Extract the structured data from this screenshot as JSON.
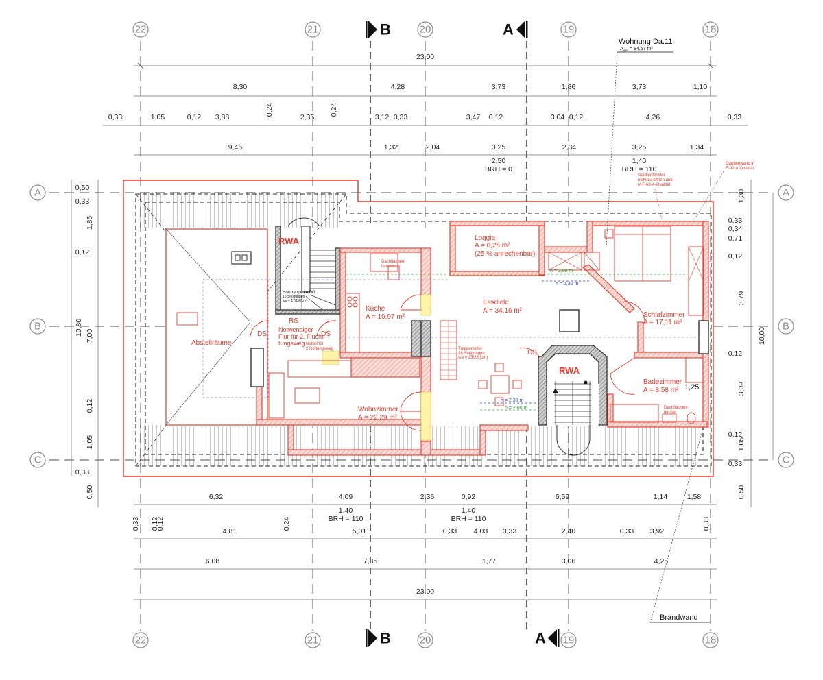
{
  "axes": {
    "columns": [
      "22",
      "21",
      "20",
      "19",
      "18"
    ],
    "rows": [
      "A",
      "B",
      "C"
    ],
    "sections": [
      "B",
      "A"
    ]
  },
  "dimensions": {
    "top_total": "23,00",
    "top_row1": [
      "8,30",
      "4,28",
      "3,73",
      "1,86",
      "3,73",
      "1,10"
    ],
    "top_row2": [
      "0,33",
      "1,05",
      "0,12",
      "3,88",
      "0,24",
      "2,35",
      "0,24",
      "3,12",
      "0,33",
      "3,47",
      "0,12",
      "3,04",
      "0,12",
      "4,26",
      "0,33"
    ],
    "top_row3": [
      "9,46",
      "1,32",
      "2,04",
      "3,25",
      "2,34",
      "3,25",
      "1,34"
    ],
    "window_top_1": "2,50",
    "window_top_1_brh": "BRH = 0",
    "window_top_2": "1,40",
    "window_top_2_brh": "BRH = 110",
    "left_total": "10,80",
    "left_row": [
      "0,50",
      "0,33",
      "1,85",
      "0,12",
      "7,00",
      "0,12",
      "1,05",
      "0,33",
      "0,50"
    ],
    "right_total": "10,00",
    "right_row": [
      "1,30",
      "0,33",
      "0,34",
      "0,71",
      "0,12",
      "3,79",
      "0,12",
      "3,09",
      "0,12",
      "1,05",
      "0,33",
      "0,50"
    ],
    "bottom_row1": [
      "6,32",
      "4,09",
      "2,36",
      "0,92",
      "6,59",
      "1,14",
      "1,58"
    ],
    "window_bottom_1": "1,40",
    "window_bottom_1_brh": "BRH = 110",
    "window_bottom_2": "1,40",
    "window_bottom_2_brh": "BRH = 110",
    "bottom_row2": [
      "0,33",
      "0,12",
      "0,12",
      "4,81",
      "0,24",
      "5,01",
      "0,33",
      "4,03",
      "0,33",
      "2,40",
      "0,33",
      "3,92",
      "0,33"
    ],
    "bottom_row3": [
      "6,08",
      "7,85",
      "1,77",
      "3,06",
      "4,25"
    ],
    "bottom_total": "23,00",
    "misc_125": "1,25"
  },
  "rooms": {
    "loggia": {
      "name": "Loggia",
      "area": "A = 6,25 m²",
      "note": "(25 % anrechenbar)"
    },
    "kueche": {
      "name": "Küche",
      "area": "A = 10,97 m²"
    },
    "essdiele": {
      "name": "Essdiele",
      "area": "A = 34,16 m²"
    },
    "schlafzimmer": {
      "name": "Schlafzimmer",
      "area": "A = 17,11 m²"
    },
    "wohnzimmer": {
      "name": "Wohnzimmer",
      "area": "A = 22,29 m²"
    },
    "badezimmer": {
      "name": "Badezimmer",
      "area": "A = 8,58 m²"
    },
    "abstellraeume": {
      "name": "Abstellräume"
    }
  },
  "labels": {
    "rwa_1": "RWA",
    "rwa_2": "RWA",
    "rs": "RS",
    "ds_1": "DS",
    "ds_2": "DS",
    "ds_3": "DS",
    "fluchtweg": [
      "Notwendiger",
      "Flur für 2. Flucht-",
      "tungsweg"
    ],
    "rettungsweg": [
      "Notfall für",
      "2.Rettungsweg"
    ],
    "holztreppe": [
      "Holztreppe im DG",
      "16 Steigungen",
      "s/a = 17/19 [cm]"
    ],
    "treppenleiter": [
      "Treppenleiter",
      "16 Steigungen",
      "s/a = 23/28 [cm]"
    ],
    "gaubenfenster": [
      "Gaubenfenster",
      "nicht zu öffnen und",
      "in F-60-A-Qualität"
    ],
    "gaubenwand": [
      "Gaubenwand in",
      "F-90-A-Qualität"
    ],
    "dachflaechenfenster": [
      "Dachflächen-",
      "fenster"
    ],
    "wohnung": "Wohnung Da.11",
    "wohnung_area": "A",
    "wohnung_area_sub": "ges",
    "wohnung_area_val": "= 94,67 m²",
    "brandwand": "Brandwand",
    "h_200_a": "h = 2,00 m",
    "h_230_a": "h = 2,30 m",
    "h_230_b": "h = 2,30 m",
    "h_200_b": "h = 2,00 m"
  },
  "colors": {
    "red": "#e5392b",
    "grid": "#8c8c8c",
    "black": "#111111"
  }
}
